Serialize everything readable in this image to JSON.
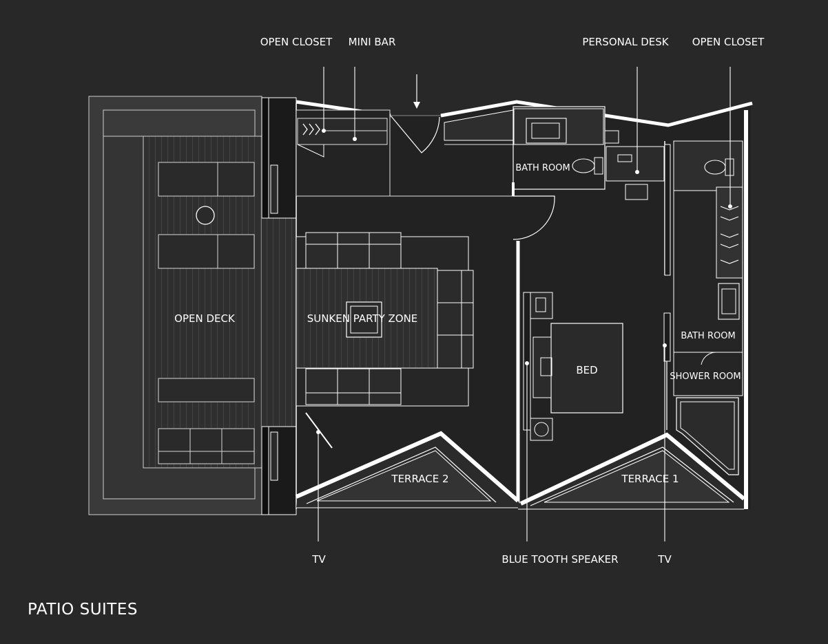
{
  "title": "PATIO SUITES",
  "colors": {
    "background": "#282828",
    "line": "#ffffff",
    "floor_dark": "#1e1e1e",
    "floor_mid": "#2b2b2b",
    "furniture": "#333333",
    "deck": "#3a3a3a"
  },
  "callouts": {
    "open_closet_left": "OPEN CLOSET",
    "mini_bar": "MINI BAR",
    "personal_desk": "PERSONAL DESK",
    "open_closet_right": "OPEN CLOSET",
    "tv_left": "TV",
    "bluetooth_speaker": "BLUE TOOTH SPEAKER",
    "tv_right": "TV"
  },
  "rooms": {
    "open_deck": "OPEN DECK",
    "sunken_party_zone": "SUNKEN PARTY ZONE",
    "bath_room_top": "BATH ROOM",
    "bed": "BED",
    "bath_room_right": "BATH ROOM",
    "shower_room": "SHOWER ROOM",
    "terrace_2": "TERRACE 2",
    "terrace_1": "TERRACE 1"
  }
}
